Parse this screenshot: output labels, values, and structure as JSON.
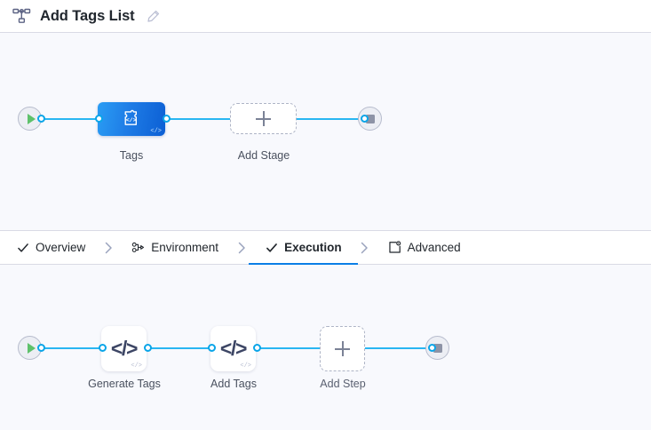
{
  "header": {
    "icon": "pipeline-icon",
    "title": "Add Tags List",
    "edit_icon": "pencil-icon"
  },
  "theme": {
    "accent_blue": "#0b7fe6",
    "edge_blue": "#29b6f2",
    "port_blue": "#0aa5e8",
    "node_blue_start": "#2a9df4",
    "node_blue_end": "#0c5fd4",
    "canvas_bg": "#f8f9fd",
    "panel_bg": "#ffffff",
    "border": "#d9dae5",
    "text_primary": "#21272e",
    "text_muted": "#4a515f",
    "play_green": "#5ec16b",
    "stop_gray": "#8d93a6"
  },
  "stage_graph": {
    "start_node": {
      "name": "start-node",
      "icon": "play-icon"
    },
    "end_node": {
      "name": "end-node",
      "icon": "stop-icon"
    },
    "nodes": [
      {
        "id": "tags",
        "label": "Tags",
        "type": "stage",
        "style": "blue",
        "icon": "code-puzzle-icon",
        "corner_code": "</>"
      },
      {
        "id": "add-stage",
        "label": "Add Stage",
        "type": "add",
        "style": "dashed",
        "icon": "plus-icon"
      }
    ]
  },
  "tabs": {
    "items": [
      {
        "id": "overview",
        "label": "Overview",
        "icon": "check-icon",
        "active": false
      },
      {
        "id": "environment",
        "label": "Environment",
        "icon": "nodes-icon",
        "active": false
      },
      {
        "id": "execution",
        "label": "Execution",
        "icon": "check-icon",
        "active": true
      },
      {
        "id": "advanced",
        "label": "Advanced",
        "icon": "settings-box-icon",
        "active": false
      }
    ],
    "separator": "›"
  },
  "exec_graph": {
    "start_node": {
      "name": "start-node",
      "icon": "play-icon"
    },
    "end_node": {
      "name": "end-node",
      "icon": "stop-icon"
    },
    "nodes": [
      {
        "id": "generate-tags",
        "label": "Generate Tags",
        "type": "step",
        "style": "white",
        "icon": "code-icon",
        "glyph": "</>",
        "corner_code": "</>"
      },
      {
        "id": "add-tags",
        "label": "Add Tags",
        "type": "step",
        "style": "white",
        "icon": "code-icon",
        "glyph": "</>",
        "corner_code": "</>"
      },
      {
        "id": "add-step",
        "label": "Add Step",
        "type": "add",
        "style": "dashed",
        "icon": "plus-icon"
      }
    ]
  }
}
